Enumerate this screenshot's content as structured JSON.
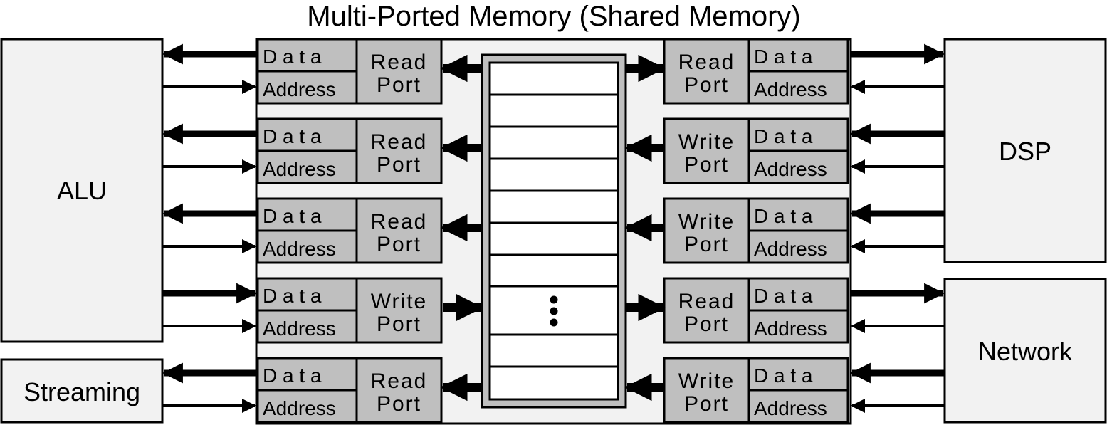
{
  "title": "Multi-Ported Memory (Shared Memory)",
  "units": {
    "alu": "ALU",
    "streaming": "Streaming",
    "dsp": "DSP",
    "network": "Network"
  },
  "field_labels": {
    "data": "D a t a",
    "address": "Address"
  },
  "port_word": "Port",
  "left_ports": [
    {
      "type": "Read",
      "unit": "ALU"
    },
    {
      "type": "Read",
      "unit": "ALU"
    },
    {
      "type": "Read",
      "unit": "ALU"
    },
    {
      "type": "Write",
      "unit": "ALU"
    },
    {
      "type": "Read",
      "unit": "Streaming"
    }
  ],
  "right_ports": [
    {
      "type": "Read",
      "unit": "DSP"
    },
    {
      "type": "Write",
      "unit": "DSP"
    },
    {
      "type": "Write",
      "unit": "DSP"
    },
    {
      "type": "Read",
      "unit": "Network"
    },
    {
      "type": "Write",
      "unit": "Network"
    }
  ],
  "memory": {
    "ellipsis": "⋮"
  }
}
